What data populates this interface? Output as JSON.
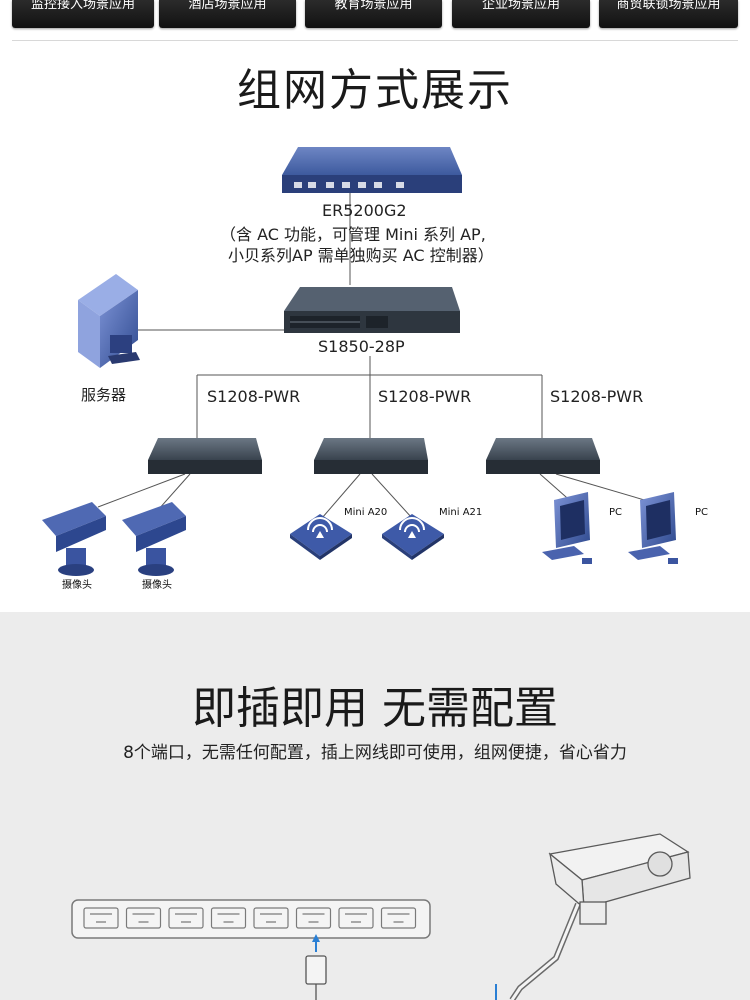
{
  "tabs": [
    {
      "label": "监控接入场景应用"
    },
    {
      "label": "酒店场景应用"
    },
    {
      "label": "教育场景应用"
    },
    {
      "label": "企业场景应用"
    },
    {
      "label": "商贸联锁场景应用"
    }
  ],
  "section1": {
    "title": "组网方式展示",
    "router": {
      "model": "ER5200G2",
      "note_line1": "（含 AC 功能，可管理 Mini 系列 AP,",
      "note_line2": "小贝系列AP 需单独购买 AC 控制器）"
    },
    "core_switch": {
      "model": "S1850-28P"
    },
    "server": {
      "label": "服务器"
    },
    "access_switches": [
      {
        "model": "S1208-PWR"
      },
      {
        "model": "S1208-PWR"
      },
      {
        "model": "S1208-PWR"
      }
    ],
    "cameras": [
      {
        "label": "摄像头"
      },
      {
        "label": "摄像头"
      }
    ],
    "access_points": [
      {
        "label": "Mini A20"
      },
      {
        "label": "Mini A21"
      }
    ],
    "pcs": [
      {
        "label": "PC"
      },
      {
        "label": "PC"
      }
    ],
    "colors": {
      "device_blue": "#3d5a9e",
      "switch_dark": "#3a4450",
      "line": "#555555"
    }
  },
  "section2": {
    "title": "即插即用 无需配置",
    "subtitle": "8个端口，无需任何配置，插上网线即可使用，组网便捷，省心省力",
    "port_count": 8,
    "background": "#ececec"
  }
}
